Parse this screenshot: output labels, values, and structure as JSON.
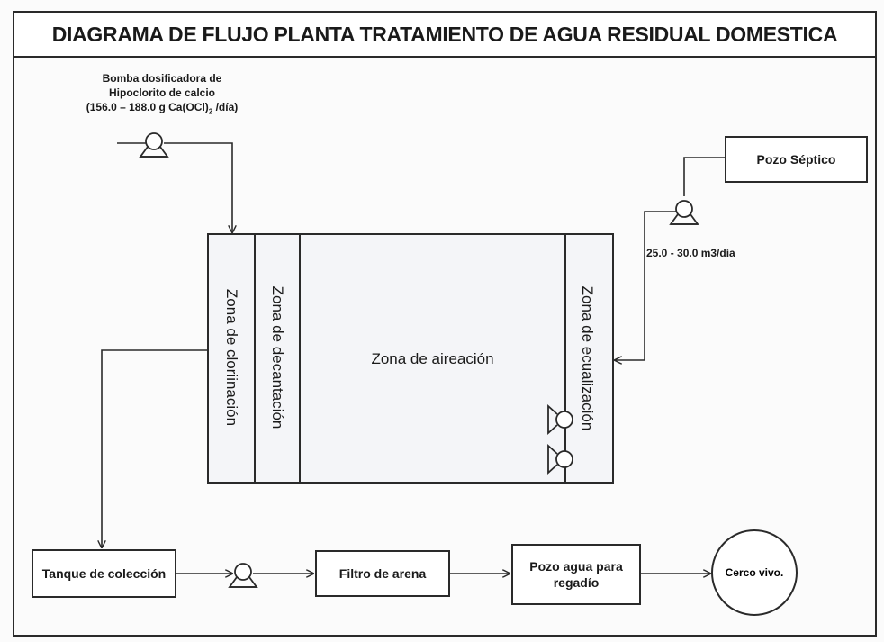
{
  "title": "DIAGRAMA DE FLUJO PLANTA TRATAMIENTO DE AGUA RESIDUAL DOMESTICA",
  "dosing_pump": {
    "line1": "Bomba dosificadora de",
    "line2": "Hipoclorito de calcio",
    "line3_prefix": "(156.0 – 188.0 g Ca(OCl)",
    "line3_sub": "2",
    "line3_suffix": " /día)"
  },
  "septic_well": {
    "label": "Pozo Séptico"
  },
  "flow_rate": "25.0 - 30.0 m3/día",
  "tank": {
    "zone_chlorination": "Zona de cloriinación",
    "zone_decantation": "Zona de decantación",
    "zone_aeration": "Zona de aireación",
    "zone_equalization": "Zona de ecualización"
  },
  "collection_tank": {
    "label": "Tanque de colección"
  },
  "sand_filter": {
    "label": "Filtro de arena"
  },
  "irrigation_well": {
    "line1": "Pozo agua para",
    "line2": "regadío"
  },
  "living_fence": {
    "label": "Cerco vivo."
  },
  "icons": [
    "pump-icon",
    "aerator-icon",
    "arrow-icon"
  ],
  "colors": {
    "line": "#2a2a2a",
    "background": "#fbfbfb"
  }
}
